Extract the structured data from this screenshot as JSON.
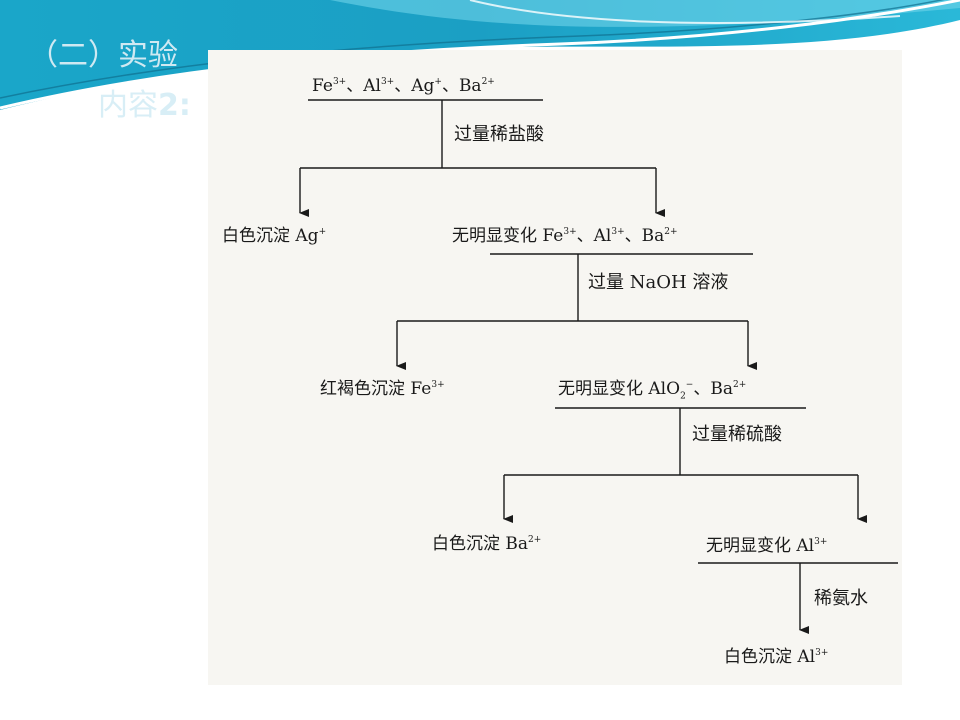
{
  "slide": {
    "title": "（二）实验",
    "subtitle_prefix": "内容",
    "subtitle_num": "2:"
  },
  "flow": {
    "start": {
      "ions": [
        "Fe",
        "Al",
        "Ag",
        "Ba"
      ],
      "charges": [
        "3+",
        "3+",
        "+",
        "2+"
      ],
      "sep": "、"
    },
    "step1": {
      "reagent": "过量稀盐酸",
      "precipitate": {
        "text": "白色沉淀",
        "ion": "Ag",
        "charge": "+"
      },
      "no_change": {
        "text": "无明显变化",
        "ions": [
          "Fe",
          "Al",
          "Ba"
        ],
        "charges": [
          "3+",
          "3+",
          "2+"
        ]
      }
    },
    "step2": {
      "reagent": "过量 NaOH 溶液",
      "precipitate": {
        "text": "红褐色沉淀",
        "ion": "Fe",
        "charge": "3+"
      },
      "no_change": {
        "text": "无明显变化",
        "ion1": "AlO",
        "ion1_sub": "2",
        "ion1_sup": "−",
        "ion2": "Ba",
        "ion2_charge": "2+"
      }
    },
    "step3": {
      "reagent": "过量稀硫酸",
      "precipitate": {
        "text": "白色沉淀",
        "ion": "Ba",
        "charge": "2+"
      },
      "no_change": {
        "text": "无明显变化",
        "ion": "Al",
        "charge": "3+"
      }
    },
    "step4": {
      "reagent": "稀氨水",
      "precipitate": {
        "text": "白色沉淀",
        "ion": "Al",
        "charge": "3+"
      }
    }
  }
}
